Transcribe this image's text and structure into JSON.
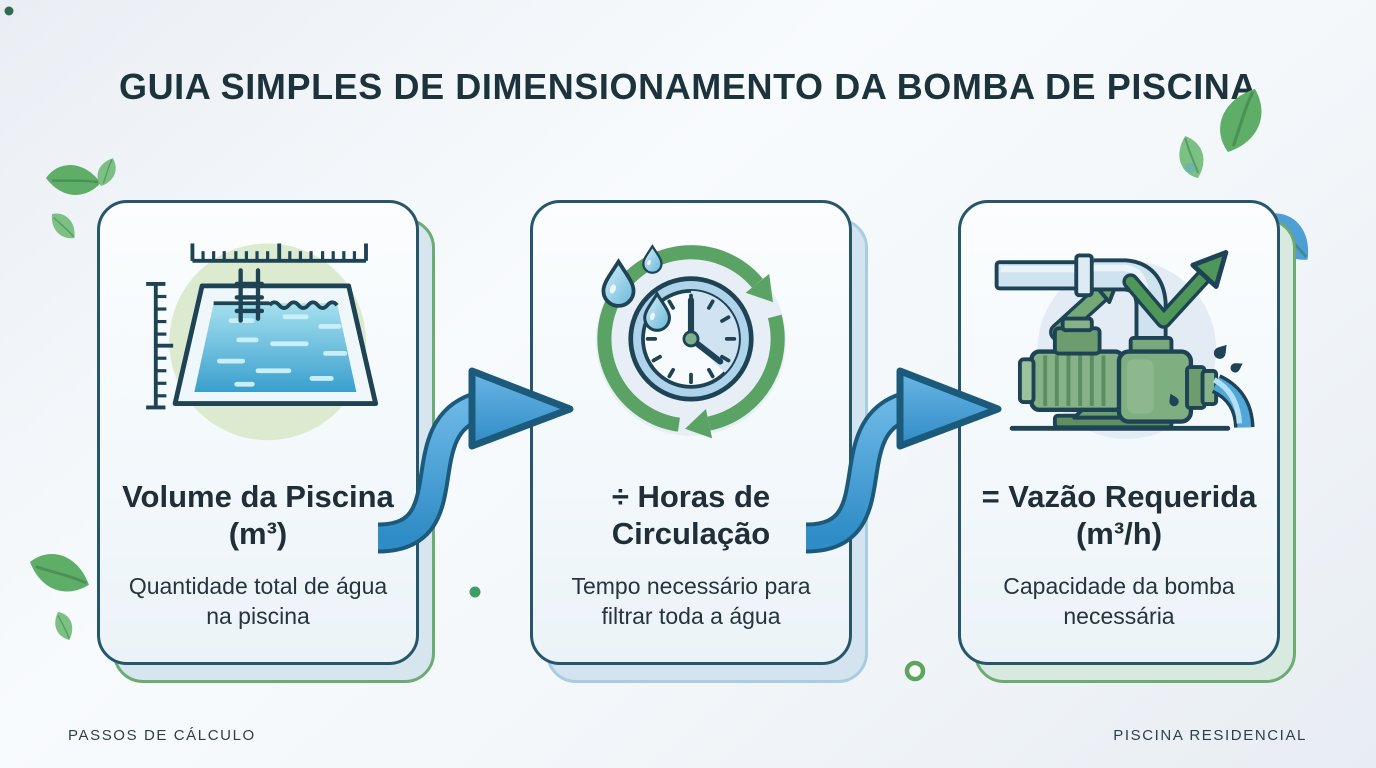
{
  "header": {
    "title": "GUIA SIMPLES DE DIMENSIONAMENTO DA BOMBA DE PISCINA"
  },
  "steps": [
    {
      "title": "Volume da Piscina (m³)",
      "subtitle": "Quantidade total de água na piscina",
      "icon": "pool-volume-icon"
    },
    {
      "title": "÷ Horas de Circulação",
      "subtitle": "Tempo necessário para filtrar toda a água",
      "icon": "circulation-clock-icon"
    },
    {
      "title": "= Vazão Requerida (m³/h)",
      "subtitle": "Capacidade da bomba necessária",
      "icon": "pump-flow-icon"
    }
  ],
  "footer": {
    "left": "PASSOS DE CÁLCULO",
    "right": "PISCINA RESIDENCIAL"
  },
  "colors": {
    "accent_blue": "#3e97d3",
    "outline_teal": "#1d4355",
    "leaf_green": "#5fae68",
    "card_border": "#27566b",
    "title_text": "#1c333b"
  }
}
